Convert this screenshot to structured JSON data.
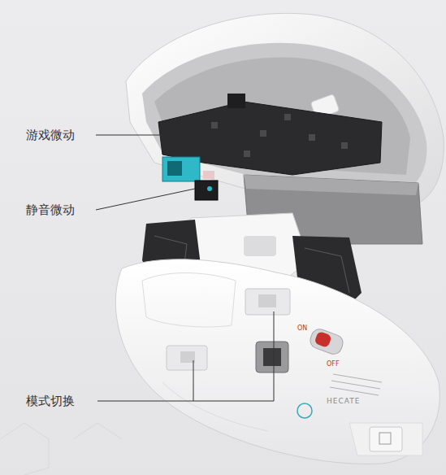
{
  "diagram": {
    "labels": [
      "游戏微动",
      "静音微动",
      "模式切换",
      "ON",
      "OFF",
      "HECATE"
    ]
  }
}
